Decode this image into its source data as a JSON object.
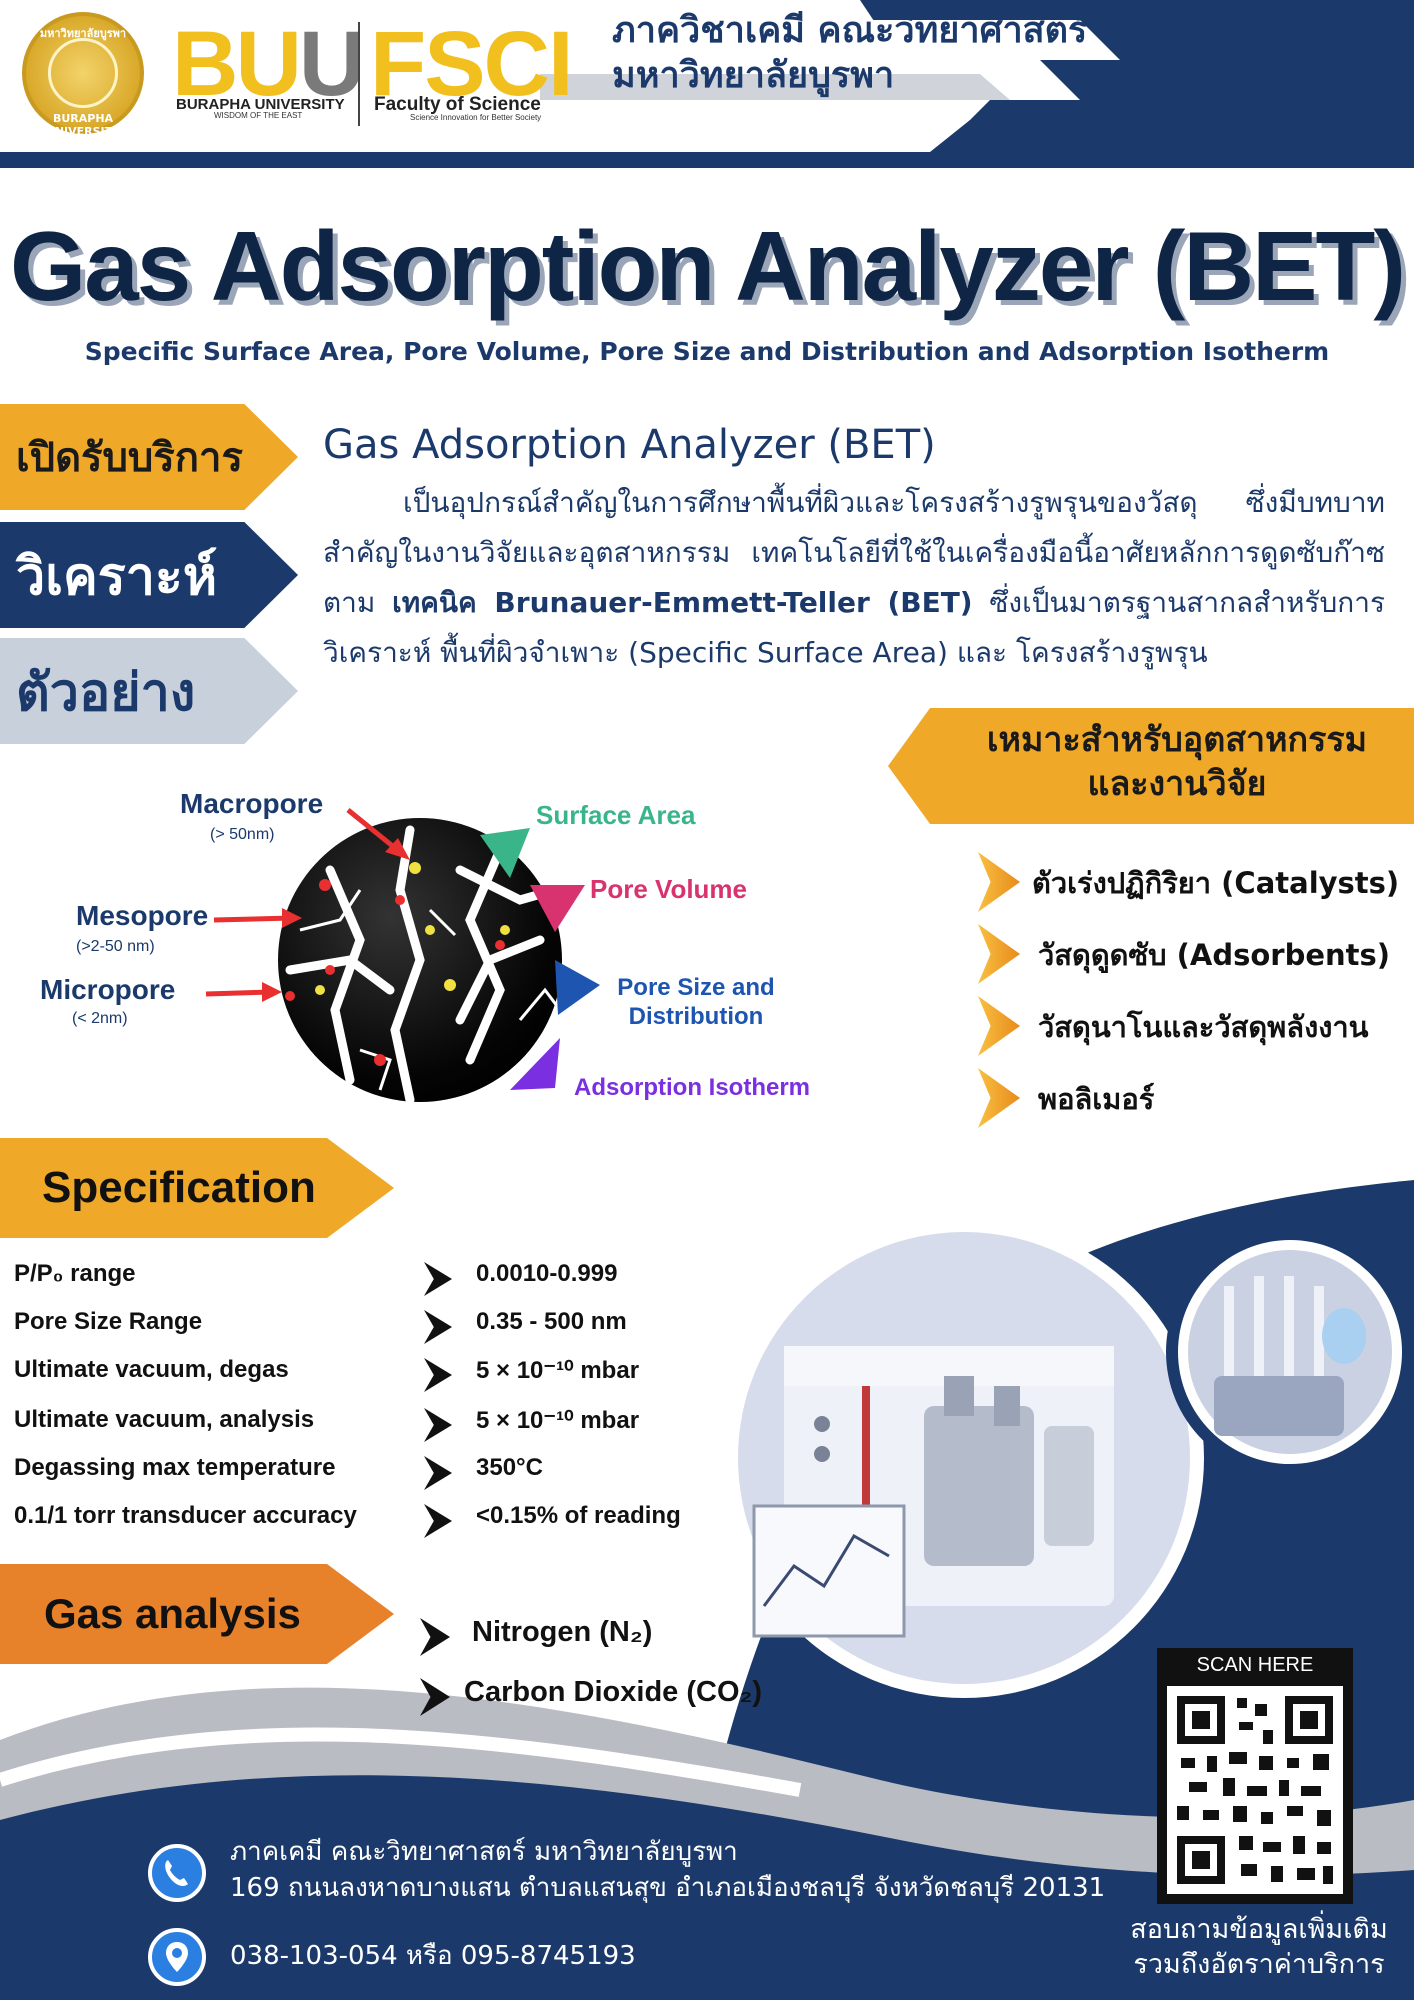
{
  "header": {
    "seal_text_top": "มหาวิทยาลัยบูรพา",
    "seal_text_bottom": "BURAPHA UNIVERSITY",
    "buu_b": "BU",
    "buu_u": "U",
    "buu_name": "BURAPHA UNIVERSITY",
    "buu_motto": "WISDOM OF THE EAST",
    "fsci": "FSCI",
    "fsci_name": "Faculty of Science",
    "fsci_motto": "Science Innovation for Better Society",
    "dept_line1": "ภาควิชาเคมี คณะวิทยาศาสตร์",
    "dept_line2": "มหาวิทยาลัยบูรพา"
  },
  "title": "Gas Adsorption Analyzer (BET)",
  "subtitle": "Specific Surface Area, Pore Volume, Pore Size and Distribution and Adsorption Isotherm",
  "tags": [
    "เปิดรับบริการ",
    "วิเคราะห์",
    "ตัวอย่าง"
  ],
  "intro": {
    "heading": "Gas Adsorption Analyzer (BET)",
    "body_part1": "เป็นอุปกรณ์สำคัญในการศึกษาพื้นที่ผิวและโครงสร้างรูพรุนของวัสดุ ซึ่งมีบทบาทสำคัญในงานวิจัยและอุตสาหกรรม เทคโนโลยีที่ใช้ในเครื่องมือนี้อาศัยหลักการดูดซับก๊าซตาม ",
    "body_bold": "เทคนิค Brunauer-Emmett-Teller (BET)",
    "body_part2": " ซึ่งเป็นมาตรฐานสากลสำหรับการวิเคราะห์ พื้นที่ผิวจำเพาะ (Specific Surface Area) และ โครงสร้างรูพรุน"
  },
  "diagram": {
    "pores": [
      {
        "name": "Macropore",
        "range": "(> 50nm)"
      },
      {
        "name": "Mesopore",
        "range": "(>2-50 nm)"
      },
      {
        "name": "Micropore",
        "range": "(< 2nm)"
      }
    ],
    "properties": [
      {
        "label": "Surface Area",
        "color": "#3ab58a"
      },
      {
        "label": "Pore Volume",
        "color": "#d8336e"
      },
      {
        "label": "Pore Size and",
        "label2": "Distribution",
        "color": "#1d55b0"
      },
      {
        "label": "Adsorption Isotherm",
        "color": "#7a2fe0"
      }
    ]
  },
  "industry": {
    "heading_line1": "เหมาะสำหรับอุตสาหกรรม",
    "heading_line2": "และงานวิจัย",
    "items": [
      "ตัวเร่งปฏิกิริยา (Catalysts)",
      "วัสดุดูดซับ (Adsorbents)",
      "วัสดุนาโนและวัสดุพลังงาน",
      "พอลิเมอร์"
    ]
  },
  "specification": {
    "heading": "Specification",
    "rows": [
      {
        "label": "P/P₀ range",
        "value": "0.0010-0.999"
      },
      {
        "label": "Pore Size Range",
        "value": "0.35 - 500 nm"
      },
      {
        "label": "Ultimate vacuum, degas",
        "value": "5 × 10⁻¹⁰ mbar"
      },
      {
        "label": "Ultimate vacuum, analysis",
        "value": "5 × 10⁻¹⁰ mbar"
      },
      {
        "label": "Degassing max temperature",
        "value": "350°C"
      },
      {
        "label": "0.1/1 torr transducer accuracy",
        "value": "<0.15% of reading"
      }
    ]
  },
  "gas_analysis": {
    "heading": "Gas analysis",
    "items": [
      "Nitrogen (N₂)",
      "Carbon Dioxide (CO₂)"
    ]
  },
  "footer": {
    "address_line1": "ภาคเคมี คณะวิทยาศาสตร์ มหาวิทยาลัยบูรพา",
    "address_line2": "169 ถนนลงหาดบางแสน ตำบลแสนสุข  อำเภอเมืองชลบุรี  จังหวัดชลบุรี  20131",
    "phone": "038-103-054 หรือ 095-8745193",
    "qr_caption": "SCAN HERE",
    "ask_line1": "สอบถามข้อมูลเพิ่มเติม",
    "ask_line2": "รวมถึงอัตราค่าบริการ"
  },
  "colors": {
    "navy": "#1b3a6b",
    "orange": "#f0a828",
    "deep_orange": "#e8822a",
    "gold": "#f2c01e"
  }
}
